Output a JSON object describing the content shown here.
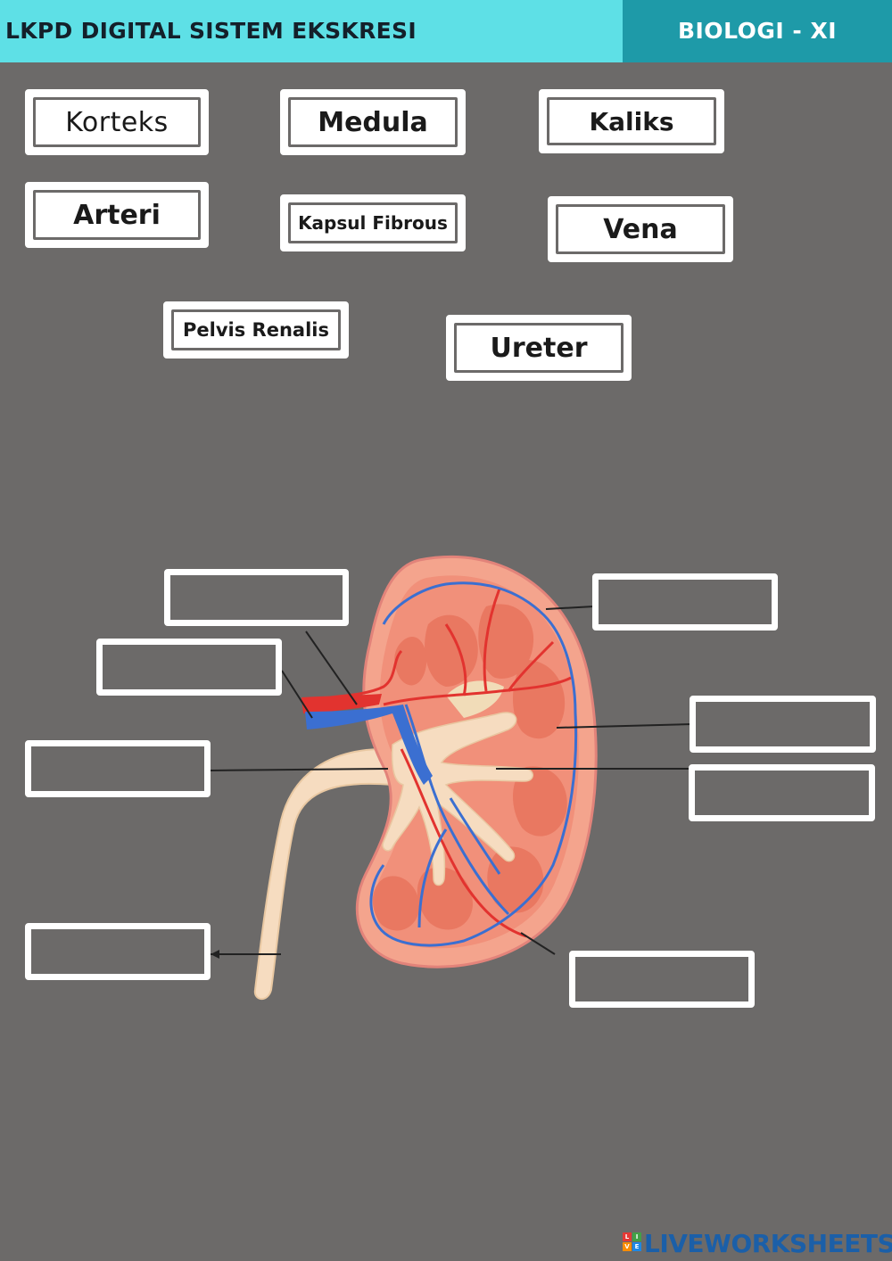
{
  "header": {
    "title": "LKPD DIGITAL SISTEM EKSKRESI",
    "subject": "BIOLOGI - XI"
  },
  "word_bank": [
    {
      "id": "korteks",
      "label": "Korteks"
    },
    {
      "id": "medula",
      "label": "Medula"
    },
    {
      "id": "kaliks",
      "label": "Kaliks"
    },
    {
      "id": "arteri",
      "label": "Arteri"
    },
    {
      "id": "kapsul-fibrous",
      "label": "Kapsul Fibrous"
    },
    {
      "id": "vena",
      "label": "Vena"
    },
    {
      "id": "pelvis-renalis",
      "label": "Pelvis Renalis"
    },
    {
      "id": "ureter",
      "label": "Ureter"
    }
  ],
  "drop_zones": [
    "",
    "",
    "",
    "",
    "",
    "",
    "",
    ""
  ],
  "branding": {
    "name": "LIVEWORKSHEETS",
    "logo_letters": [
      "L",
      "I",
      "V",
      "E"
    ],
    "colors": {
      "l": "#e53935",
      "i": "#43a047",
      "v": "#fb8c00",
      "e": "#1e88e5"
    }
  },
  "colors": {
    "background": "#6c6a69",
    "header_left": "#5ee0e6",
    "header_right": "#1e9aa8",
    "artery": "#e2332f",
    "vein": "#3b6fd1",
    "ureter": "#f6dcc0",
    "cortex": "#f2a088"
  }
}
